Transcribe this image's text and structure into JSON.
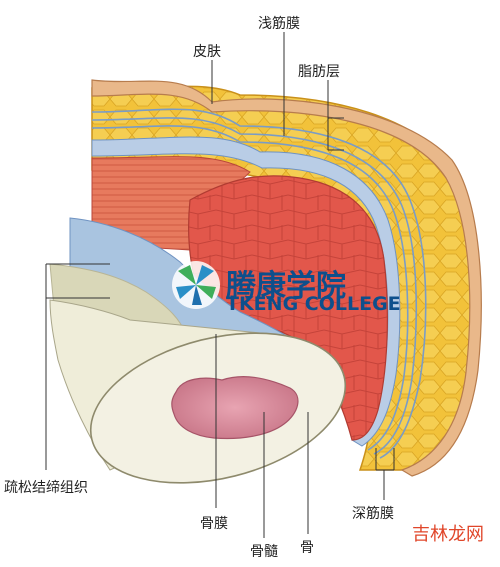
{
  "labels": {
    "skin": "皮肤",
    "superficial_fascia": "浅筋膜",
    "fat_layer": "脂肪层",
    "loose_connective_tissue": "疏松结缔组织",
    "periosteum": "骨膜",
    "bone_marrow": "骨髓",
    "bone": "骨",
    "deep_fascia": "深筋膜"
  },
  "watermark": {
    "cn": "腾康学院",
    "en": "TKENG COLLEGE"
  },
  "corner_watermark": "吉林龙网",
  "colors": {
    "fat": "#f2c23a",
    "skin": "#e9b88a",
    "muscle": "#e2574b",
    "fascia": "#a9c4e0",
    "marrow": "#d58a9a",
    "bone": "#f3f1e3",
    "loose_tissue": "#d9d7b8"
  }
}
